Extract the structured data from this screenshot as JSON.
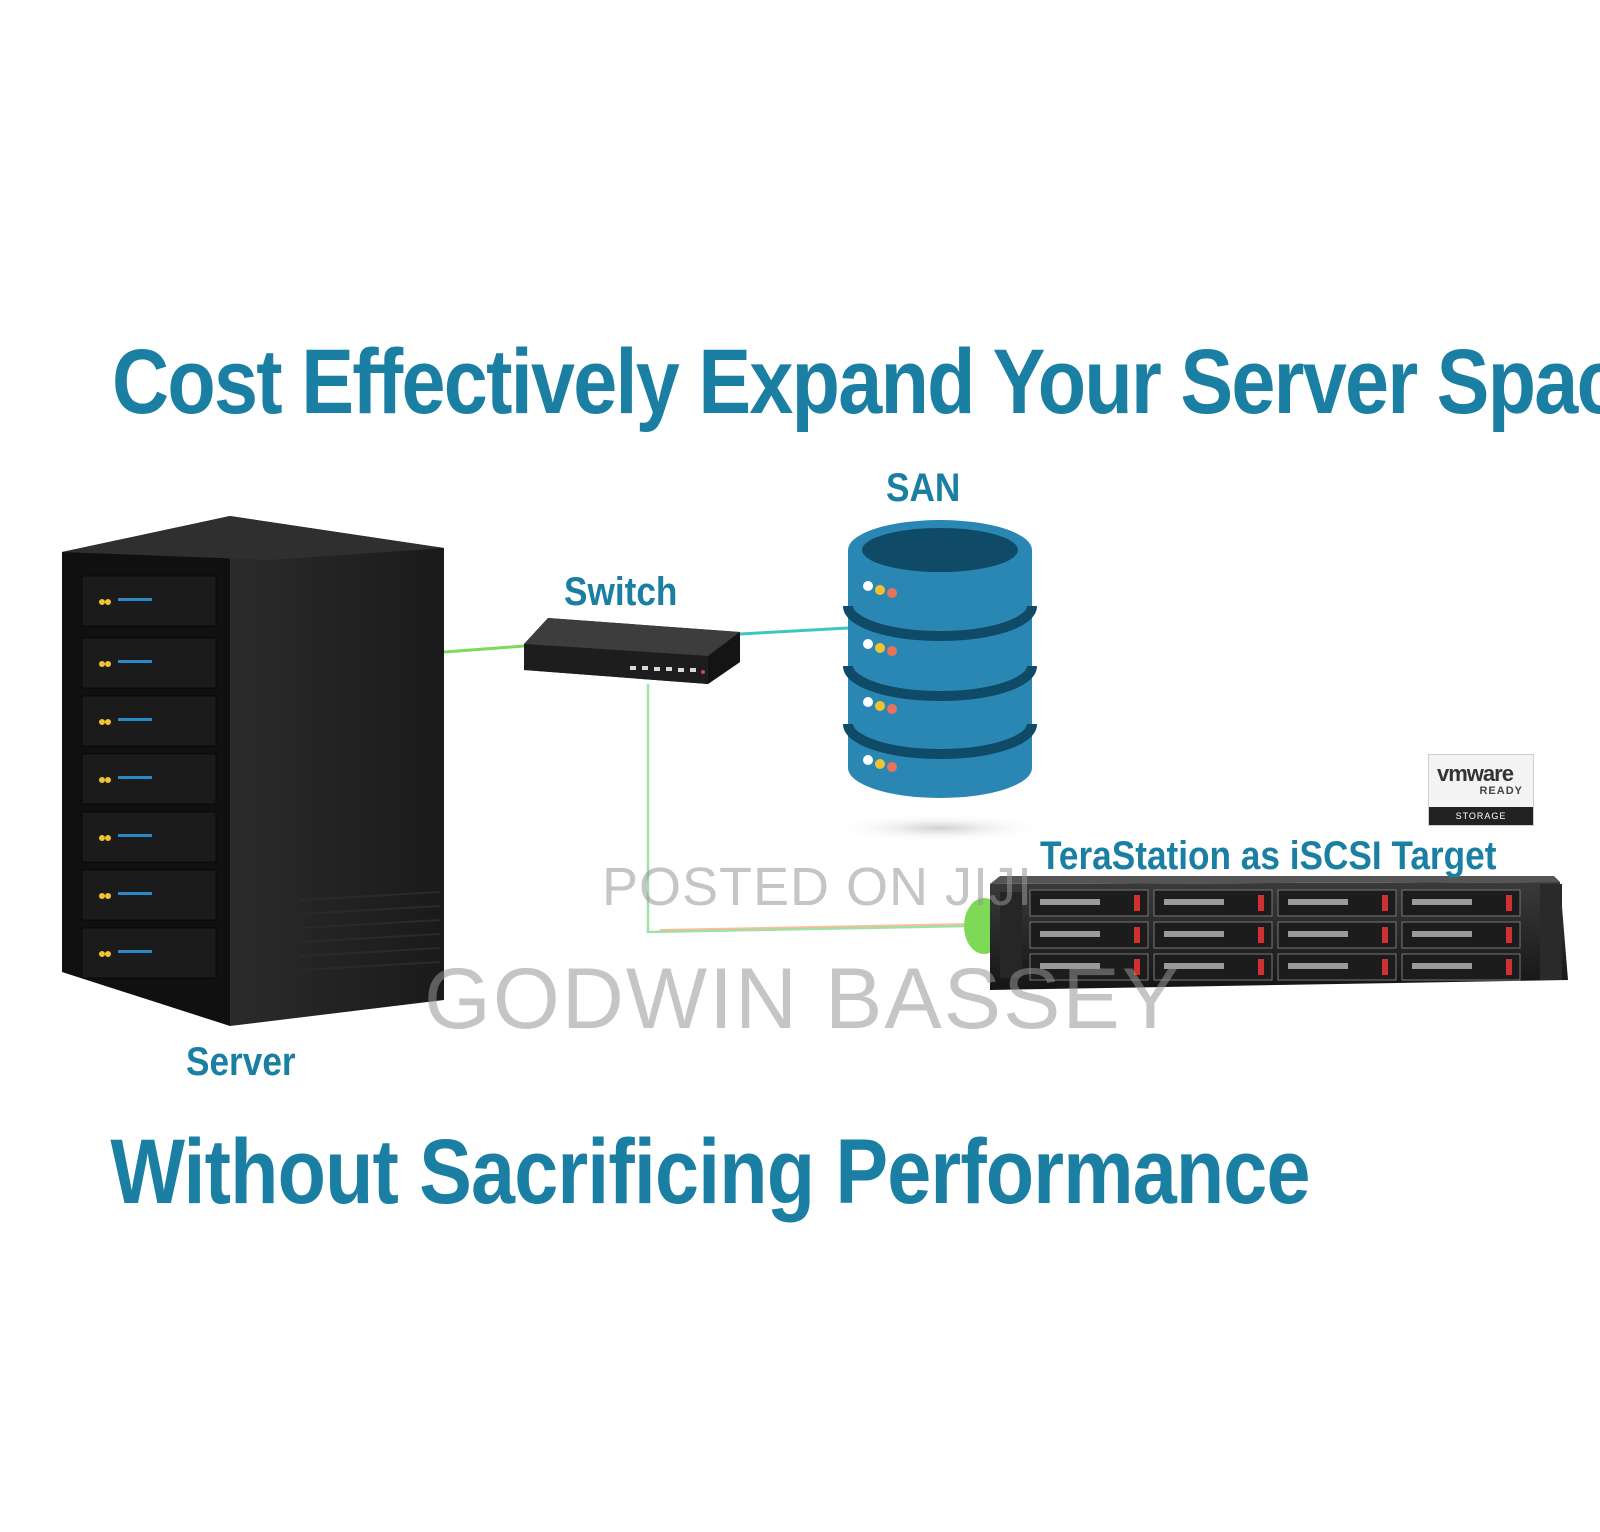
{
  "headline": "Cost Effectively Expand Your Server Space",
  "tagline": "Without Sacrificing Performance",
  "labels": {
    "san": "SAN",
    "switch": "Switch",
    "server": "Server",
    "terastation": "TeraStation as iSCSI Target"
  },
  "badge": {
    "vmware": "vmware",
    "ready": "READY",
    "storage": "STORAGE"
  },
  "watermark": {
    "posted": "POSTED ON JIJI",
    "name": "GODWIN BASSEY"
  },
  "colors": {
    "accent": "#1a7fa3",
    "san_fill": "#2a87b3",
    "san_dark": "#0f4a66",
    "server_body": "#1f1f1f",
    "link_green": "#7ed957",
    "link_teal": "#3cc7c0"
  }
}
